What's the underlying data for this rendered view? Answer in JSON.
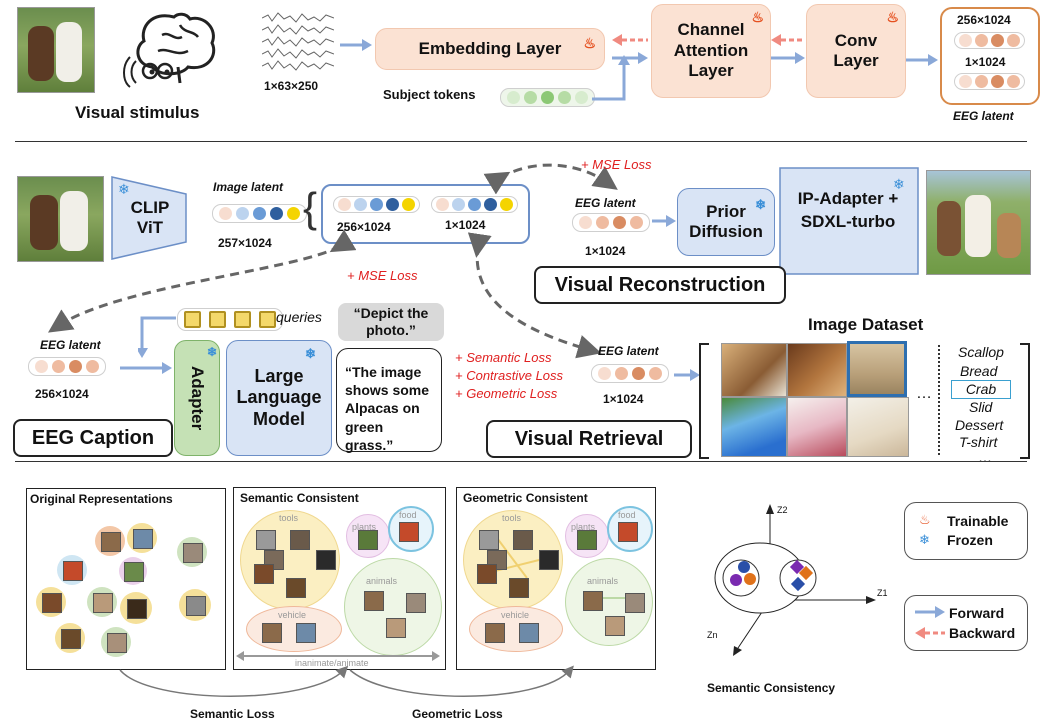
{
  "top": {
    "visual_stimulus": "Visual stimulus",
    "eeg_dims": "1×63×250",
    "embedding_layer": "Embedding Layer",
    "subject_tokens": "Subject tokens",
    "channel_attention": "Channel Attention Layer",
    "conv_layer": "Conv Layer",
    "latent_dim_1": "256×1024",
    "latent_dim_2": "1×1024",
    "eeg_latent": "EEG latent"
  },
  "middle": {
    "clip_vit": "CLIP ViT",
    "image_latent": "Image latent",
    "image_latent_dim": "257×1024",
    "split_dim_1": "256×1024",
    "split_dim_2": "1×1024",
    "mse_loss_top": "+ MSE Loss",
    "mse_loss_mid": "+ MSE Loss",
    "recon_eeg_latent": "EEG latent",
    "recon_dim": "1×1024",
    "prior_diffusion": "Prior Diffusion",
    "ip_adapter": "IP-Adapter + SDXL-turbo",
    "visual_reconstruction": "Visual Reconstruction",
    "caption_eeg_latent": "EEG latent",
    "caption_dim": "256×1024",
    "queries": "queries",
    "prompt": "“Depict the photo.”",
    "adapter": "Adapter",
    "llm": "Large Language Model",
    "caption_output": "“The image shows some Alpacas on green grass.”",
    "eeg_caption": "EEG Caption",
    "semantic_loss": "+ Semantic Loss",
    "contrastive_loss": "+ Contrastive Loss",
    "geometric_loss": "+ Geometric Loss",
    "retr_eeg_latent": "EEG latent",
    "retr_dim": "1×1024",
    "visual_retrieval": "Visual Retrieval",
    "image_dataset": "Image Dataset",
    "ellipsis": "…",
    "dataset_labels": [
      "Scallop",
      "Bread",
      "Crab",
      "Slid",
      "Dessert",
      "T-shirt",
      "…"
    ]
  },
  "bottom": {
    "original": "Original Representations",
    "semantic_consistent": "Semantic Consistent",
    "geometric_consistent": "Geometric Consistent",
    "tools": "tools",
    "plants": "plants",
    "food": "food",
    "animals": "animals",
    "vehicle": "vehicle",
    "inanimate": "inanimate/animate",
    "semantic_loss": "Semantic Loss",
    "geometric_loss": "Geometric Loss",
    "axis_z2": "Z2",
    "axis_z1": "Z1",
    "axis_zn": "Zn",
    "semantic_consistency": "Semantic Consistency",
    "trainable": "Trainable",
    "frozen": "Frozen",
    "forward": "Forward",
    "backward": "Backward",
    "fire_icon": "fire-icon",
    "snowflake_icon": "snowflake-icon"
  },
  "colors": {
    "peach": "#fbe2d3",
    "blue_box": "#d9e4f5",
    "green_box": "#c5e1b5",
    "loss_red": "#e02020",
    "forward_arrow": "#8aa8d8",
    "backward_arrow": "#f08a80"
  }
}
